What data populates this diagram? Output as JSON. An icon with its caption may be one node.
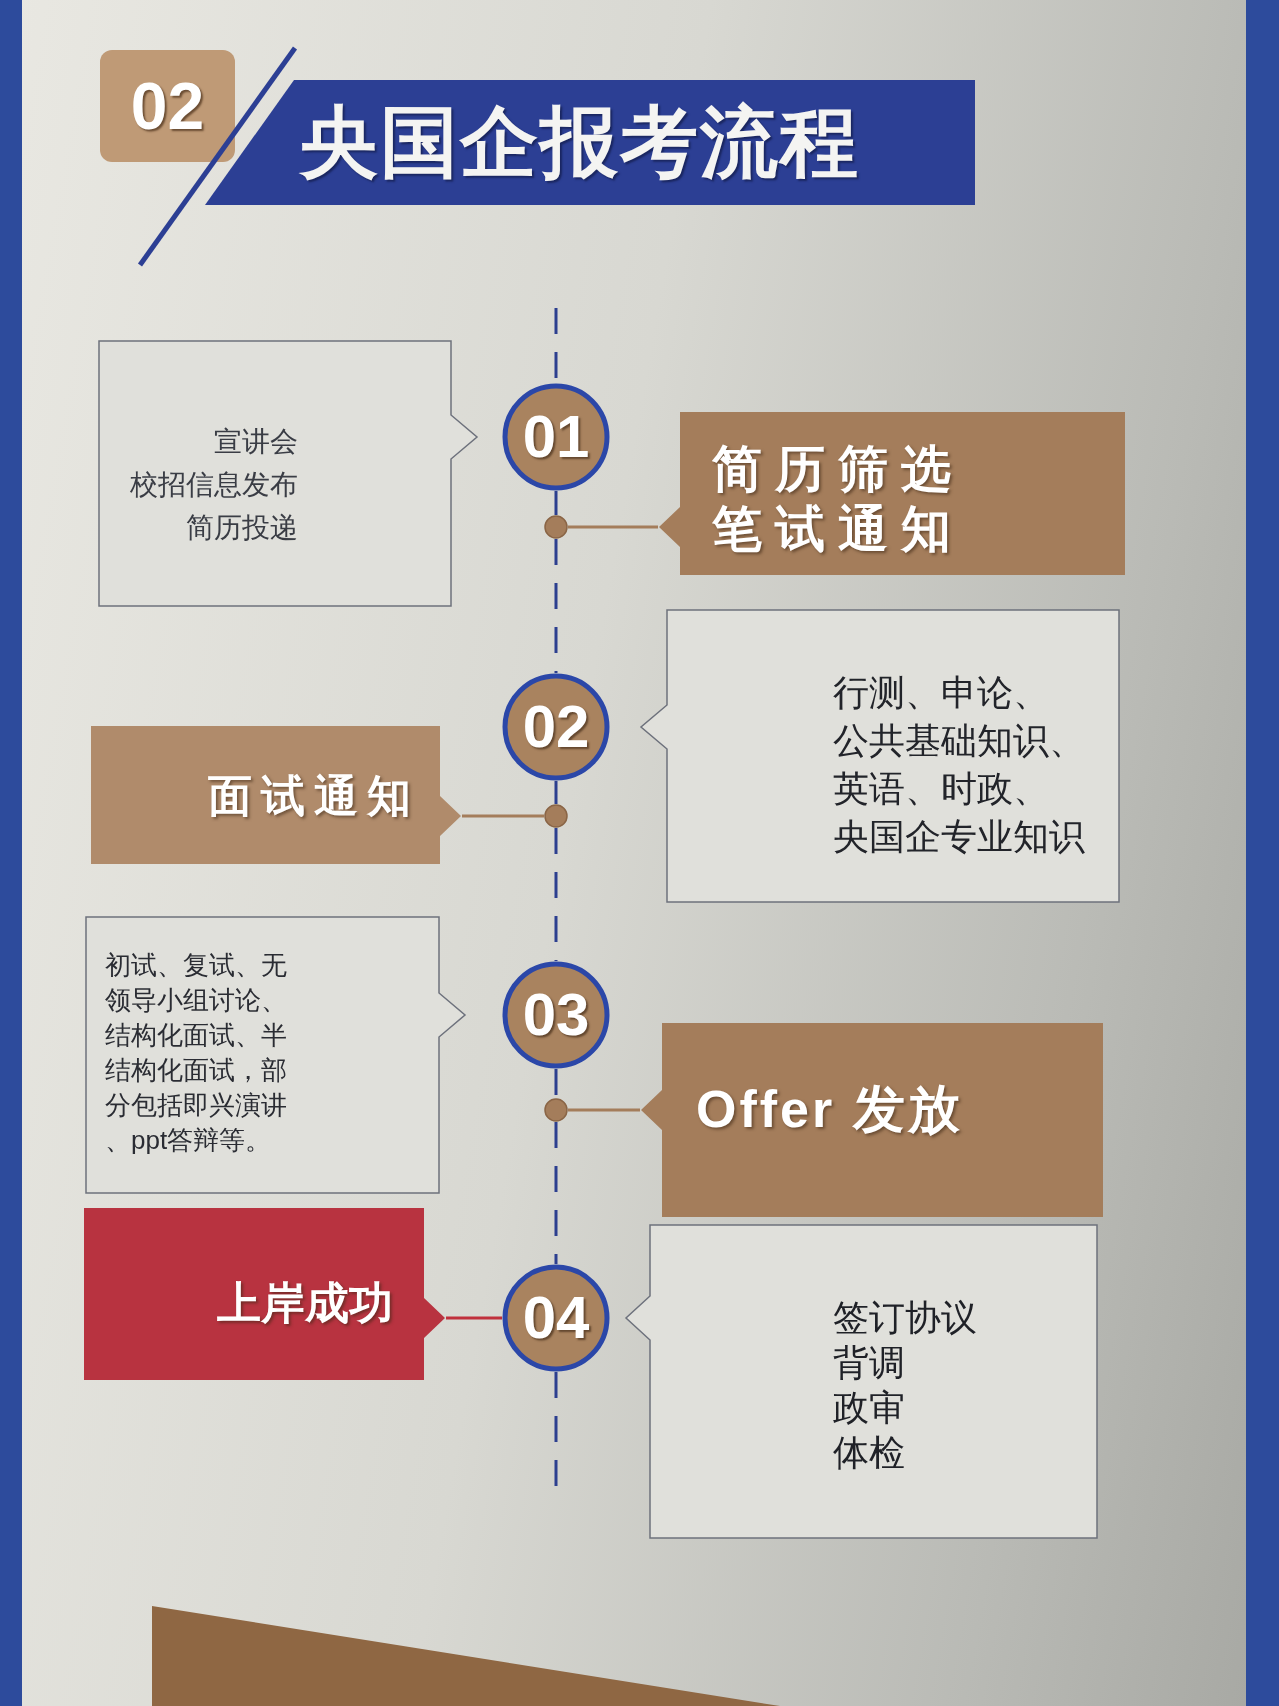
{
  "diagram": {
    "title": "央国企报考流程",
    "nodes": [
      {
        "text": [
          "宣讲会",
          "校招信息发布",
          "简历投递"
        ]
      },
      {
        "text": [
          "01"
        ]
      },
      {
        "text": [
          "简历筛选",
          "笔试通知"
        ]
      },
      {
        "text": [],
        "shape": "circle"
      },
      {
        "text": [
          "行测、申论、公共基础知识、英语、时政、央国企专业知识"
        ]
      },
      {
        "text": [
          "02"
        ]
      },
      {
        "text": [
          "面试通知"
        ]
      },
      {
        "text": [],
        "shape": "circle"
      },
      {
        "text": [
          "初试、复试、无领导小组讨论、结构化面试、半结构化面试，部分包括即兴演讲、ppt答辩等。"
        ]
      },
      {
        "text": [
          "03"
        ]
      },
      {
        "text": [
          "Offer 发放"
        ]
      },
      {
        "text": [],
        "shape": "circle"
      },
      {
        "text": [
          "上岸成功"
        ]
      },
      {
        "text": [
          "签订协议",
          "背调",
          "政审",
          "体检"
        ]
      },
      {
        "text": [
          "04"
        ]
      }
    ],
    "edges": [
      {
        "from": null,
        "to": 1,
        "arrow": "none",
        "style": "dashed"
      },
      {
        "from": 1,
        "to": 3,
        "arrow": "none",
        "style": "dashed"
      },
      {
        "from": 3,
        "to": 5,
        "arrow": "none",
        "style": "dashed"
      },
      {
        "from": 5,
        "to": 7,
        "arrow": "none",
        "style": "dashed"
      },
      {
        "from": 7,
        "to": 9,
        "arrow": "none",
        "style": "dashed"
      },
      {
        "from": 9,
        "to": 11,
        "arrow": "none",
        "style": "dashed"
      },
      {
        "from": 11,
        "to": 14,
        "arrow": "none",
        "style": "dashed"
      },
      {
        "from": 14,
        "to": null,
        "arrow": "none",
        "style": "dashed"
      },
      {
        "from": 3,
        "to": 2,
        "arrow": "none",
        "color": "#a47d5b"
      },
      {
        "from": 7,
        "to": 6,
        "arrow": "none",
        "color": "#a47d5b"
      },
      {
        "from": 11,
        "to": 10,
        "arrow": "none",
        "color": "#a47d5b"
      },
      {
        "from": 14,
        "to": 12,
        "arrow": "none",
        "color": "#c0303c"
      }
    ],
    "labels": [
      "02"
    ]
  }
}
